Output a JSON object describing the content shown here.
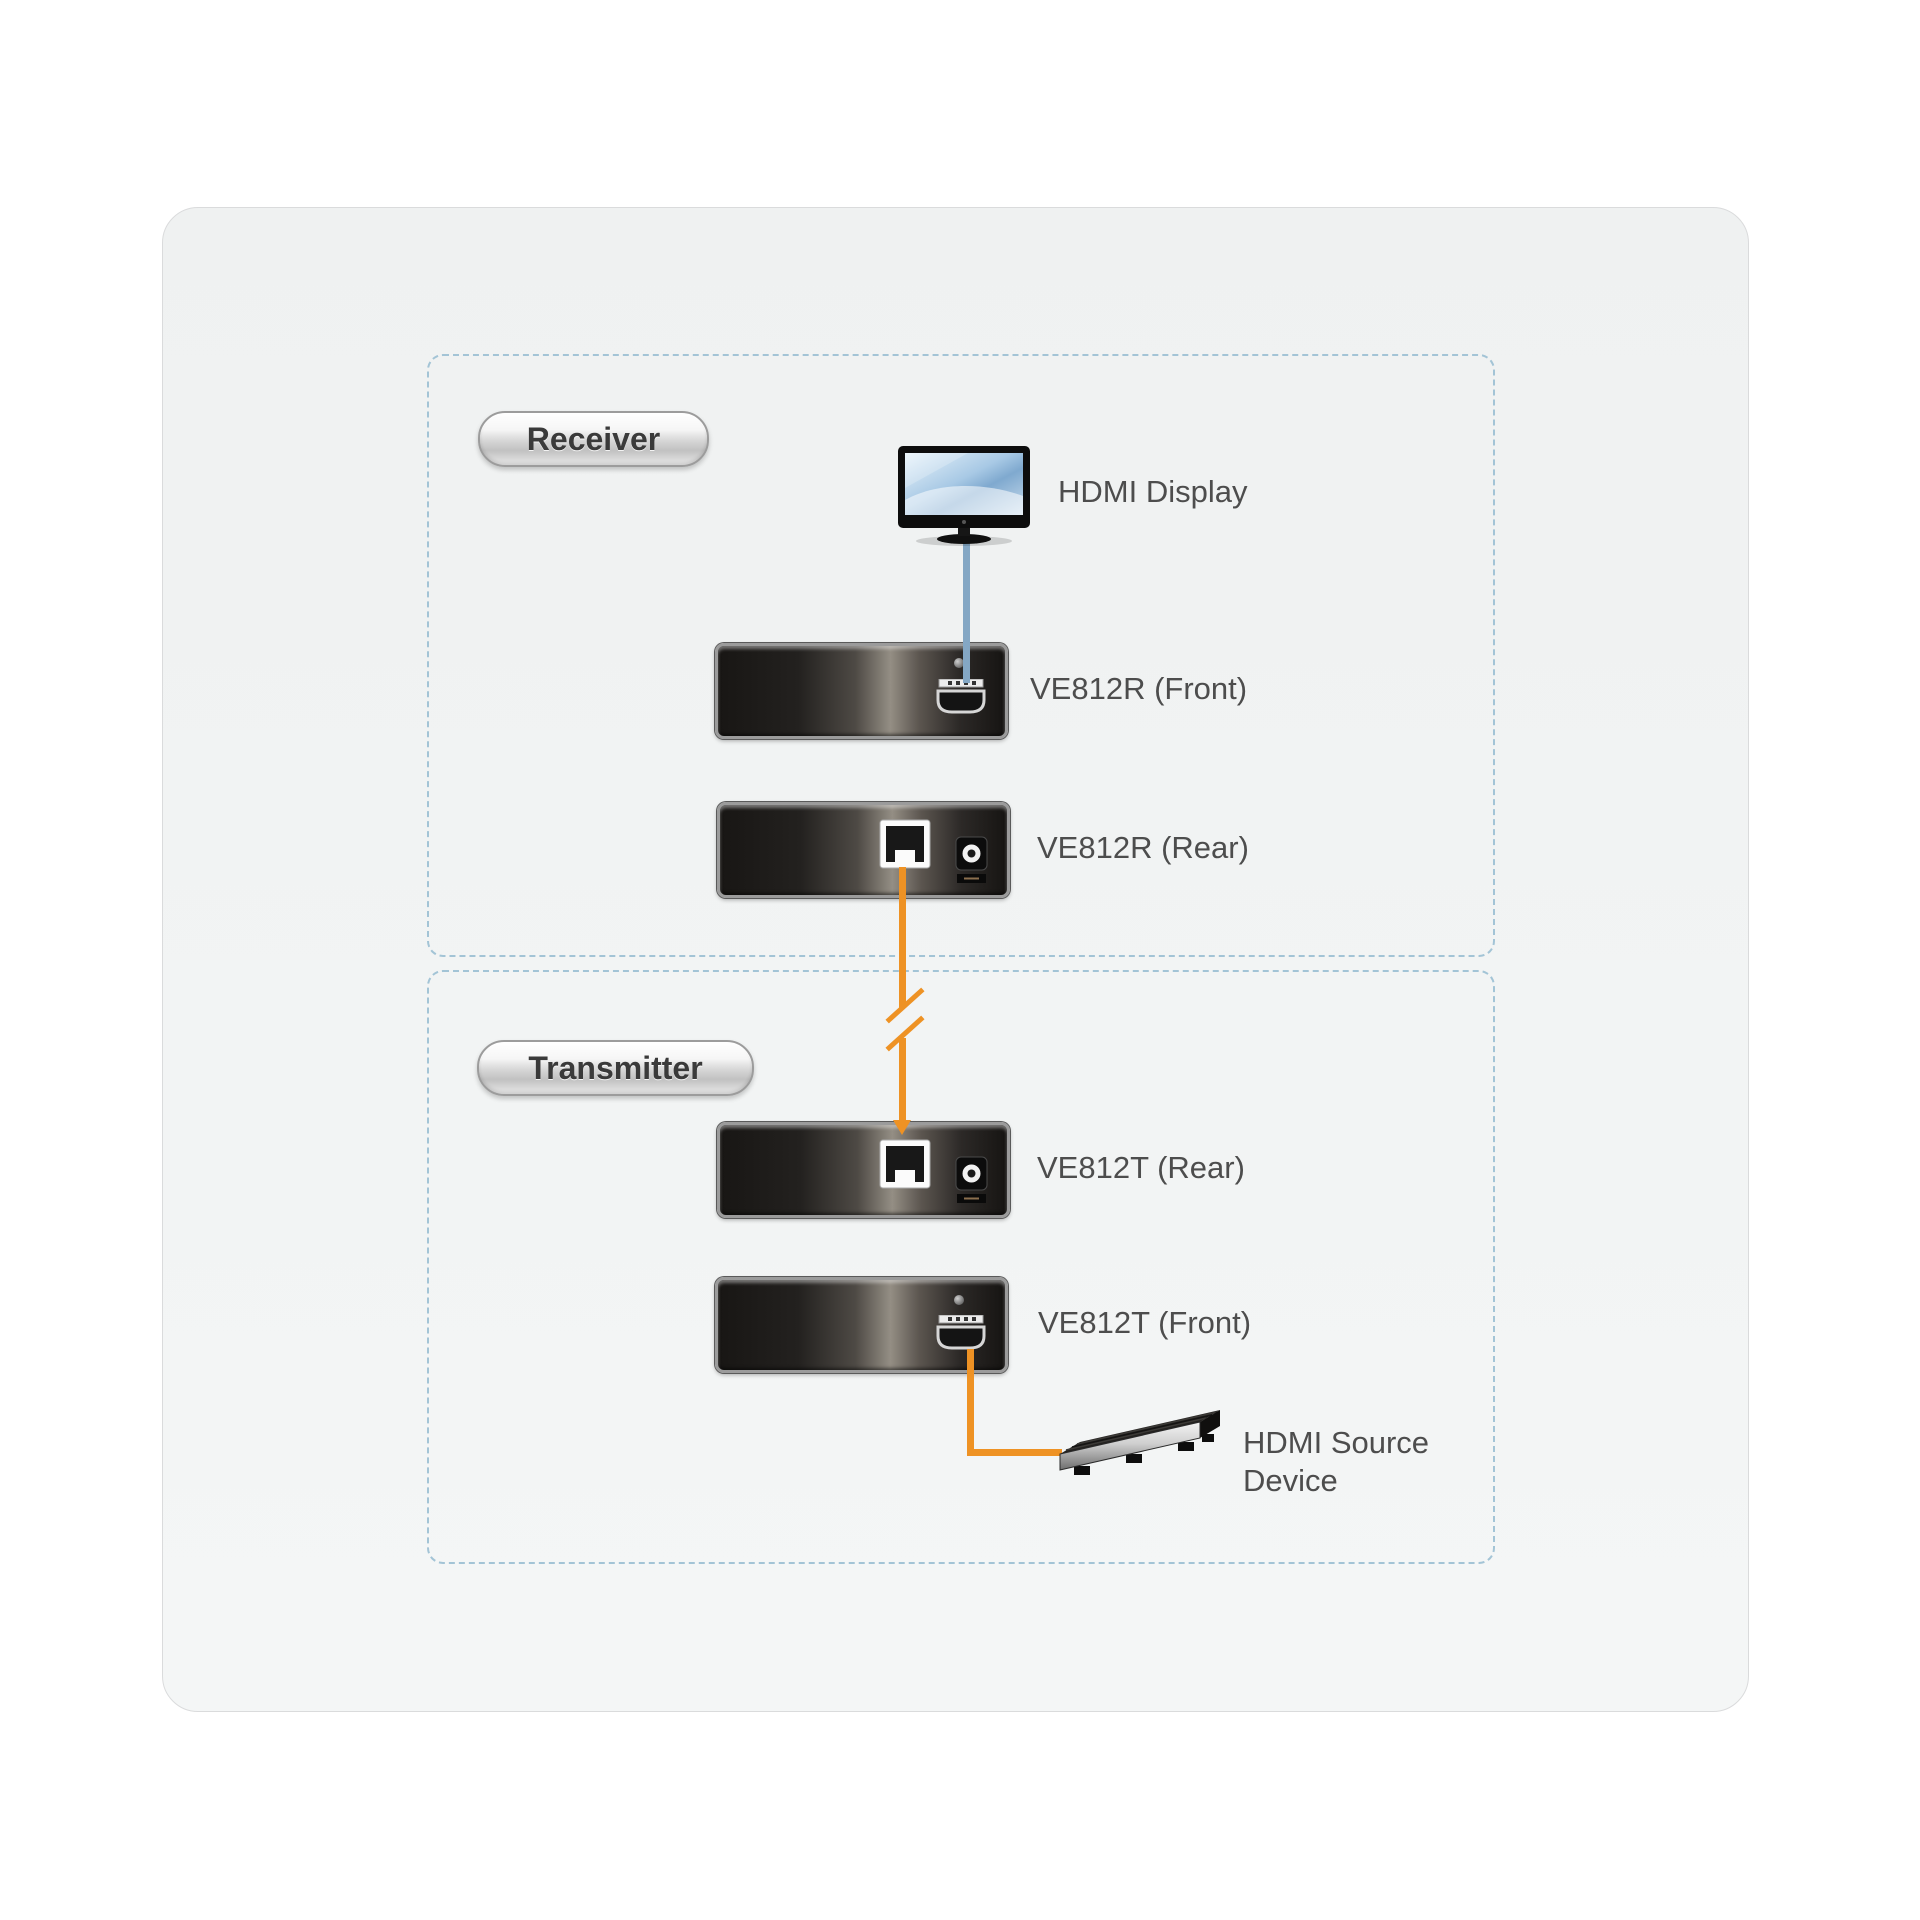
{
  "colors": {
    "page_bg": "#ffffff",
    "card_bg": "#f2f4f4",
    "dashed_border": "#a3c4d6",
    "label_text": "#4d4d4d",
    "badge_text": "#3a3a3a",
    "cable_orange": "#ee9224",
    "cable_blue": "#84a7c4",
    "device_rim": "#9b9b9b"
  },
  "receiver": {
    "badge_label": "Receiver",
    "display_label": "HDMI Display",
    "front_device_label": "VE812R (Front)",
    "rear_device_label": "VE812R (Rear)"
  },
  "transmitter": {
    "badge_label": "Transmitter",
    "rear_device_label": "VE812T (Rear)",
    "front_device_label": "VE812T (Front)",
    "source_label_line1": "HDMI Source",
    "source_label_line2": "Device"
  }
}
